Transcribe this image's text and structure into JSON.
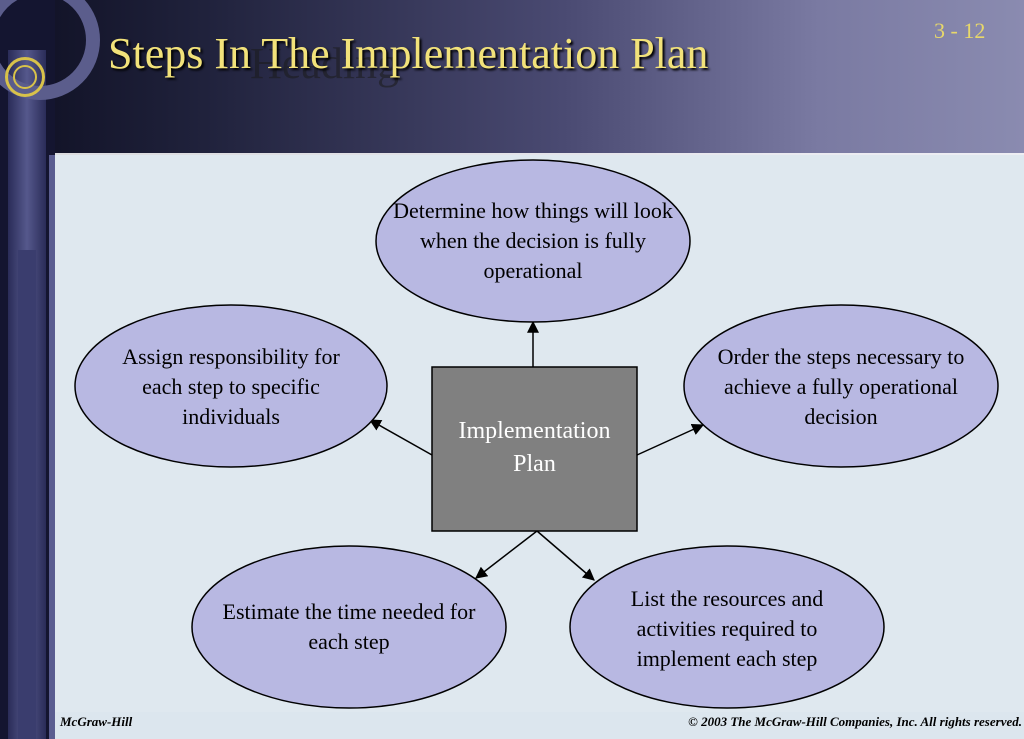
{
  "slide": {
    "title": "Steps In The Implementation Plan",
    "ghost_title": "Heading",
    "slide_number": "3 -  12"
  },
  "diagram": {
    "center": "Implementation Plan",
    "nodes": {
      "top": "Determine how things will look when the decision is fully operational",
      "left": "Assign responsibility for each step to specific individuals",
      "right": "Order the steps necessary to achieve a fully operational decision",
      "bottom_left": "Estimate the time needed for each step",
      "bottom_right": "List the resources and activities required to implement each step"
    }
  },
  "footer": {
    "publisher": "McGraw-Hill",
    "copyright": "© 2003 The McGraw-Hill Companies, Inc. All rights reserved."
  },
  "colors": {
    "node_fill": "#b8b8e2",
    "center_fill": "#808080",
    "title_color": "#f2e27a"
  }
}
